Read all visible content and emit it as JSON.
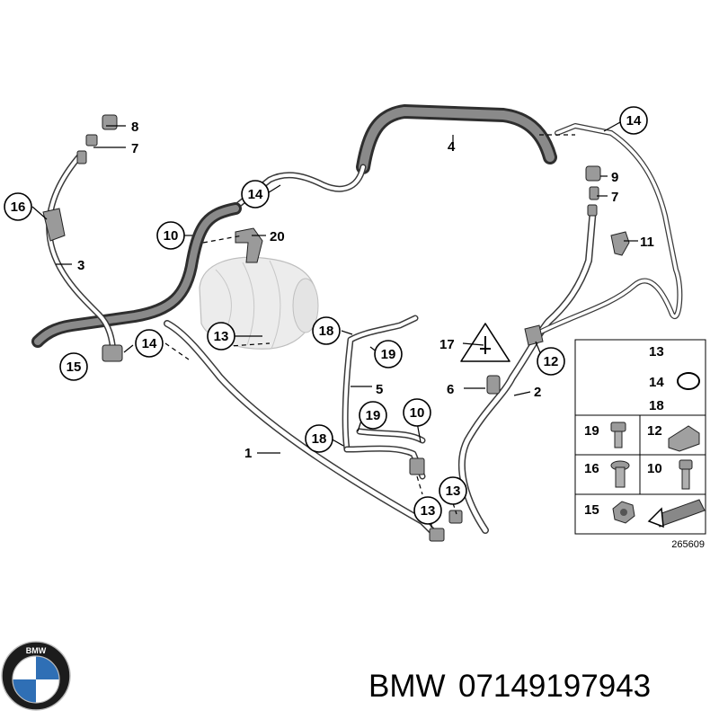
{
  "callouts": {
    "c1": "1",
    "c2": "2",
    "c3": "3",
    "c4": "4",
    "c5": "5",
    "c6": "6",
    "c7a": "7",
    "c7b": "7",
    "c8": "8",
    "c9": "9",
    "c10a": "10",
    "c10b": "10",
    "c11": "11",
    "c12": "12",
    "c13a": "13",
    "c13b": "13",
    "c13c": "13",
    "c14a": "14",
    "c14b": "14",
    "c14c": "14",
    "c15": "15",
    "c16": "16",
    "c17": "17",
    "c18a": "18",
    "c18b": "18",
    "c19a": "19",
    "c19b": "19",
    "c20": "20"
  },
  "legend": {
    "r1": "13",
    "r2": "14",
    "r3": "18",
    "r4a": "19",
    "r4b": "12",
    "r5a": "16",
    "r5b": "10",
    "r6": "15"
  },
  "reference_number": "265609",
  "logo": {
    "ring_text": "BMW",
    "colors": {
      "ring": "#1c1c1c",
      "blue": "#2f6fb5",
      "white": "#ffffff"
    }
  },
  "caption": {
    "brand": "BMW",
    "part_number": "07149197943"
  }
}
